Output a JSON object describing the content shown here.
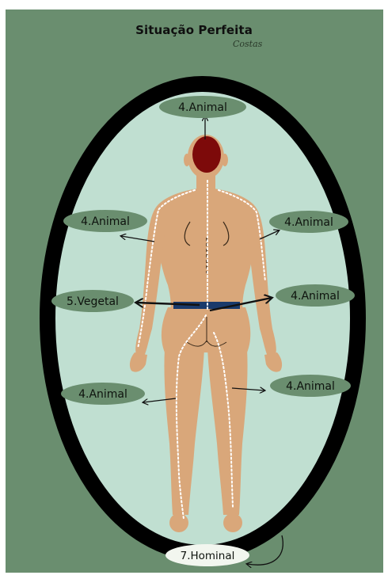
{
  "header": {
    "title": "Situação Perfeita",
    "subtitle": "Costas"
  },
  "labels": {
    "head": "4.Animal",
    "left_arm_upper": "4.Animal",
    "right_arm_upper": "4.Animal",
    "waist_left": "5.Vegetal",
    "waist_right": "4.Animal",
    "left_leg": "4.Animal",
    "right_leg": "4.Animal",
    "bottom": "7.Hominal"
  },
  "colors": {
    "background_green": "#6a8e6f",
    "inner_oval": "#c0dfd1",
    "oval_border": "#000000",
    "label_pill": "#6a8e6f",
    "skin": "#d9a77a",
    "head_spot": "#7d0a0a",
    "belt": "#1a3a6b",
    "bottom_pill": "#f2f6ef"
  }
}
